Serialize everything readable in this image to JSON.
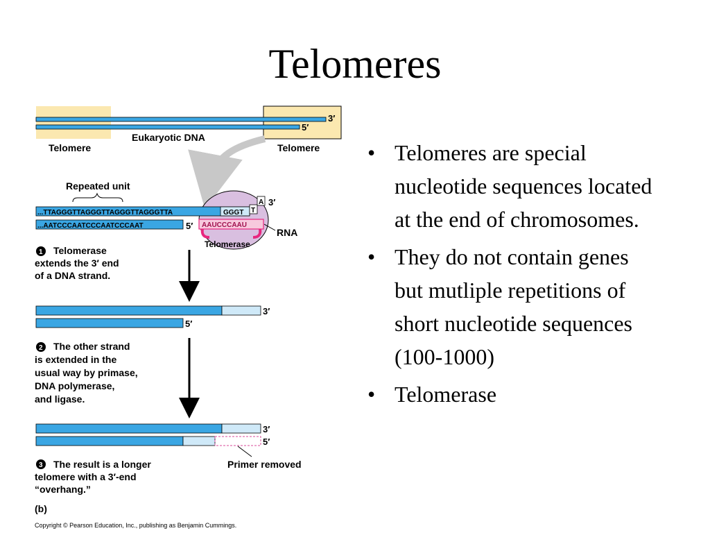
{
  "slide": {
    "title": "Telomeres"
  },
  "diagram": {
    "end_3prime": "3′",
    "end_5prime": "5′",
    "eukaryotic_dna_label": "Eukaryotic DNA",
    "telomere_left_label": "Telomere",
    "telomere_right_label": "Telomere",
    "repeated_unit_label": "Repeated unit",
    "top_strand_sequence": "...TTAGGGTTAGGGTTAGGGTTAGGGTTA",
    "top_strand_new_bases": "GGGT",
    "incoming_nucleotide_t": "T",
    "incoming_nucleotide_a": "A",
    "bottom_strand_sequence": "...AATCCCAATCCCAATCCCAAT",
    "rna_template_sequence": "AAUCCCAAU",
    "rna_label": "RNA",
    "telomerase_label": "Telomerase",
    "step1_number": "1",
    "step1_text": [
      "Telomerase",
      "extends the 3′ end",
      "of a DNA strand."
    ],
    "step2_number": "2",
    "step2_text": [
      "The other strand",
      "is extended in the",
      "usual way by primase,",
      "DNA polymerase,",
      "and ligase."
    ],
    "step3_number": "3",
    "step3_text": [
      "The result is a longer",
      "telomere with a 3′-end",
      "“overhang.”"
    ],
    "primer_removed_label": "Primer removed",
    "panel_label": "(b)",
    "copyright": "Copyright © Pearson Education, Inc., publishing as Benjamin Cummings."
  },
  "bullets": [
    "Telomeres are special nucleotide sequences located at the end of chromosomes.",
    "They do not contain genes but mutliple repetitions of short nucleotide sequences (100-1000)",
    "Telomerase"
  ],
  "colors": {
    "dna_strand": "#3aa6e3",
    "new_dna": "#cfe9f8",
    "telomere_highlight": "#fbe8b0",
    "telomerase_enzyme": "#d9bfe0",
    "rna_template": "#e8277e"
  }
}
